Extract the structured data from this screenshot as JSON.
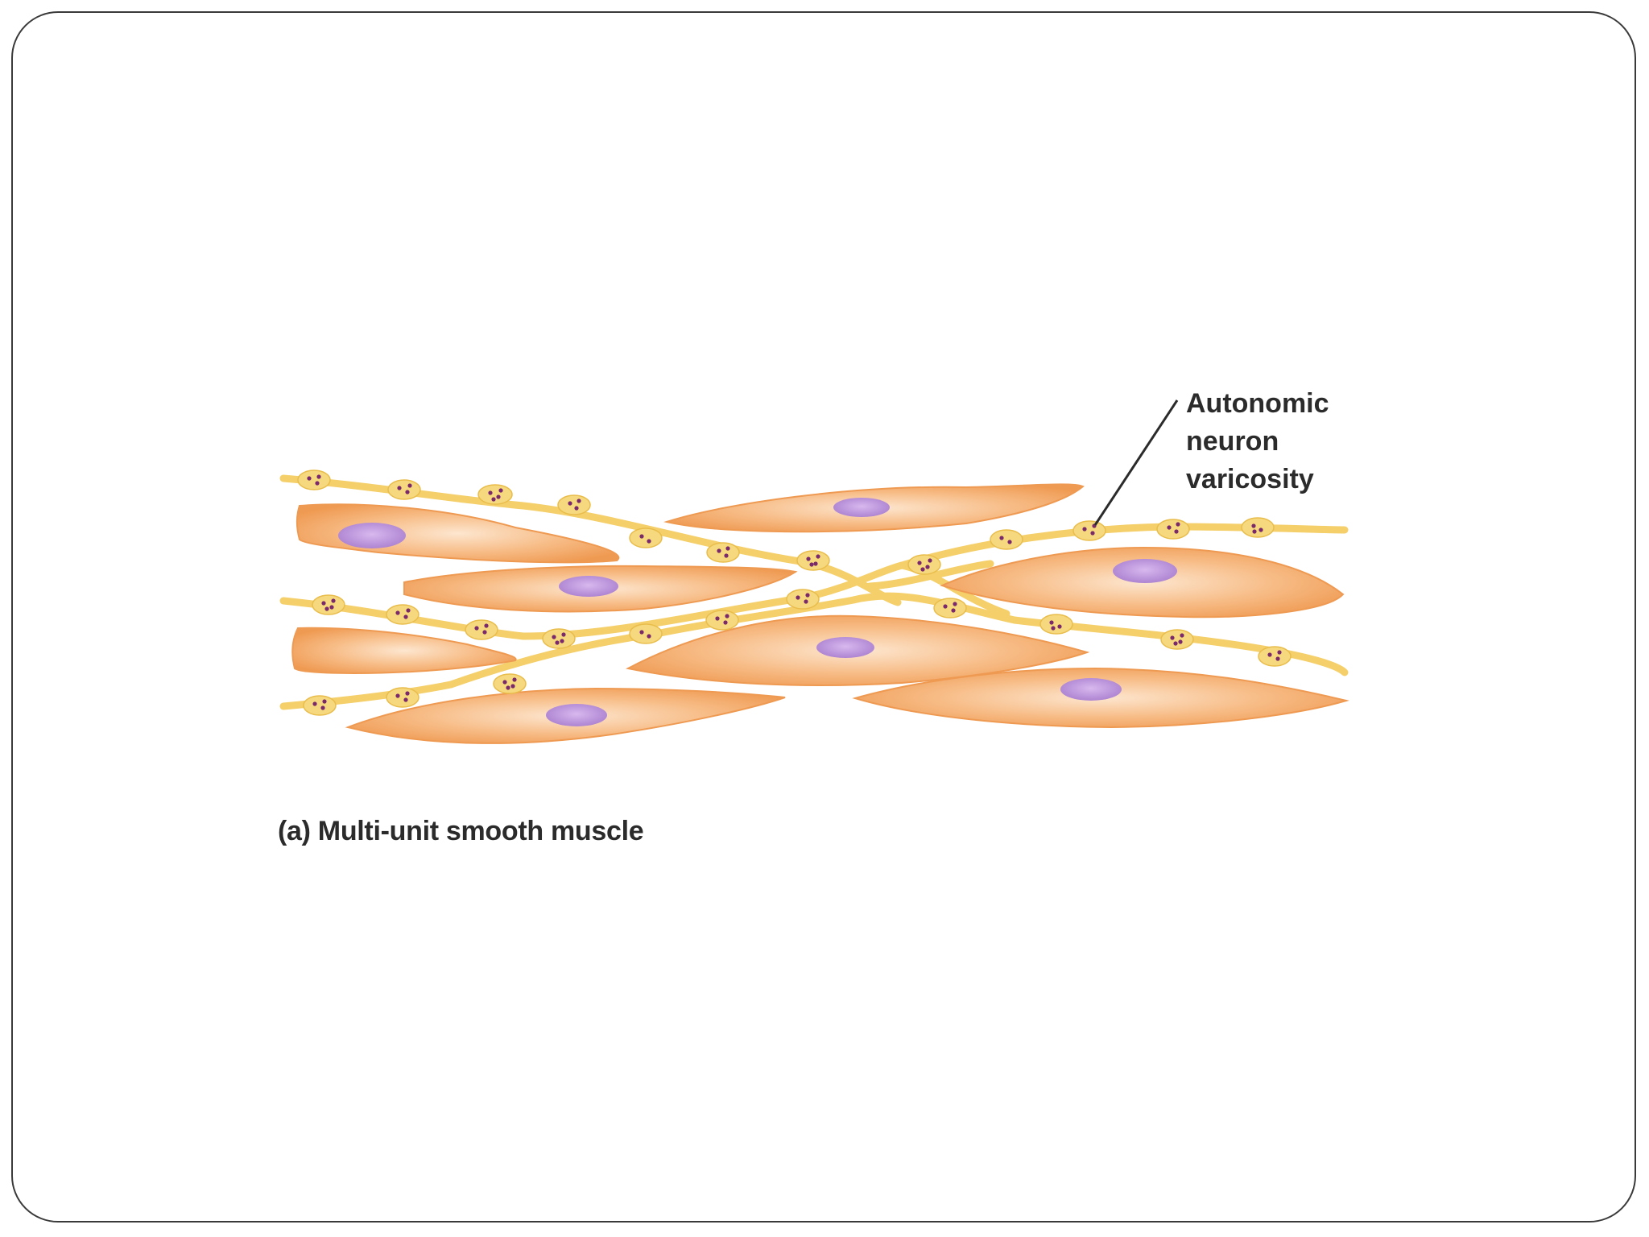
{
  "diagram": {
    "callout_lines": [
      "Autonomic",
      "neuron",
      "varicosity"
    ],
    "caption": "(a) Multi-unit smooth muscle"
  },
  "colors": {
    "muscle_cell": "#f2a968",
    "muscle_cell_light": "#fde0c4",
    "nucleus": "#b98ed6",
    "neuron": "#f4cf6a",
    "varicosity_vesicle": "#7a2a6a",
    "border": "#3a3a3a"
  }
}
